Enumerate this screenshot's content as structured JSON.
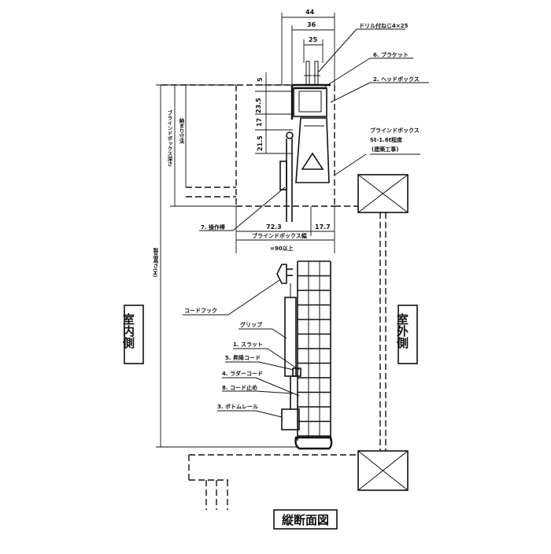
{
  "title": "縦断面図",
  "sides": {
    "indoor": "室内側",
    "outdoor": "室外側"
  },
  "dimensions": {
    "top_overall": "44",
    "top_mid": "36",
    "top_inner": "25",
    "v_5": "5",
    "v_23_5": "23.5",
    "v_17": "17",
    "v_21_5": "21.5",
    "left_72_3": "72.3",
    "right_17_7": "17.7"
  },
  "labels": {
    "screw": "ドリル付ねじ4×25",
    "bracket": "6. ブラケット",
    "headbox": "2. ヘッドボックス",
    "blind_box": "ブラインドボックス",
    "blind_box_spec": "St-1.6t程度",
    "blind_box_note": "(建築工事)",
    "operating_rod": "7. 操作棒",
    "box_width": "ブラインドボックス幅",
    "box_width_min": "=90以上",
    "cord_hook": "コードフック",
    "grip": "グリップ",
    "slat": "1. スラット",
    "lift_cord": "5. 昇降コード",
    "ladder_cord": "4. ラダーコード",
    "cord_stopper": "8. コード止め",
    "bottom_rail": "3. ボトムレール"
  },
  "vertical_labels": {
    "box_depth": "ブラインドボックス深さ",
    "clearance": "納まり寸法",
    "product_height": "製品高さ(H)"
  }
}
